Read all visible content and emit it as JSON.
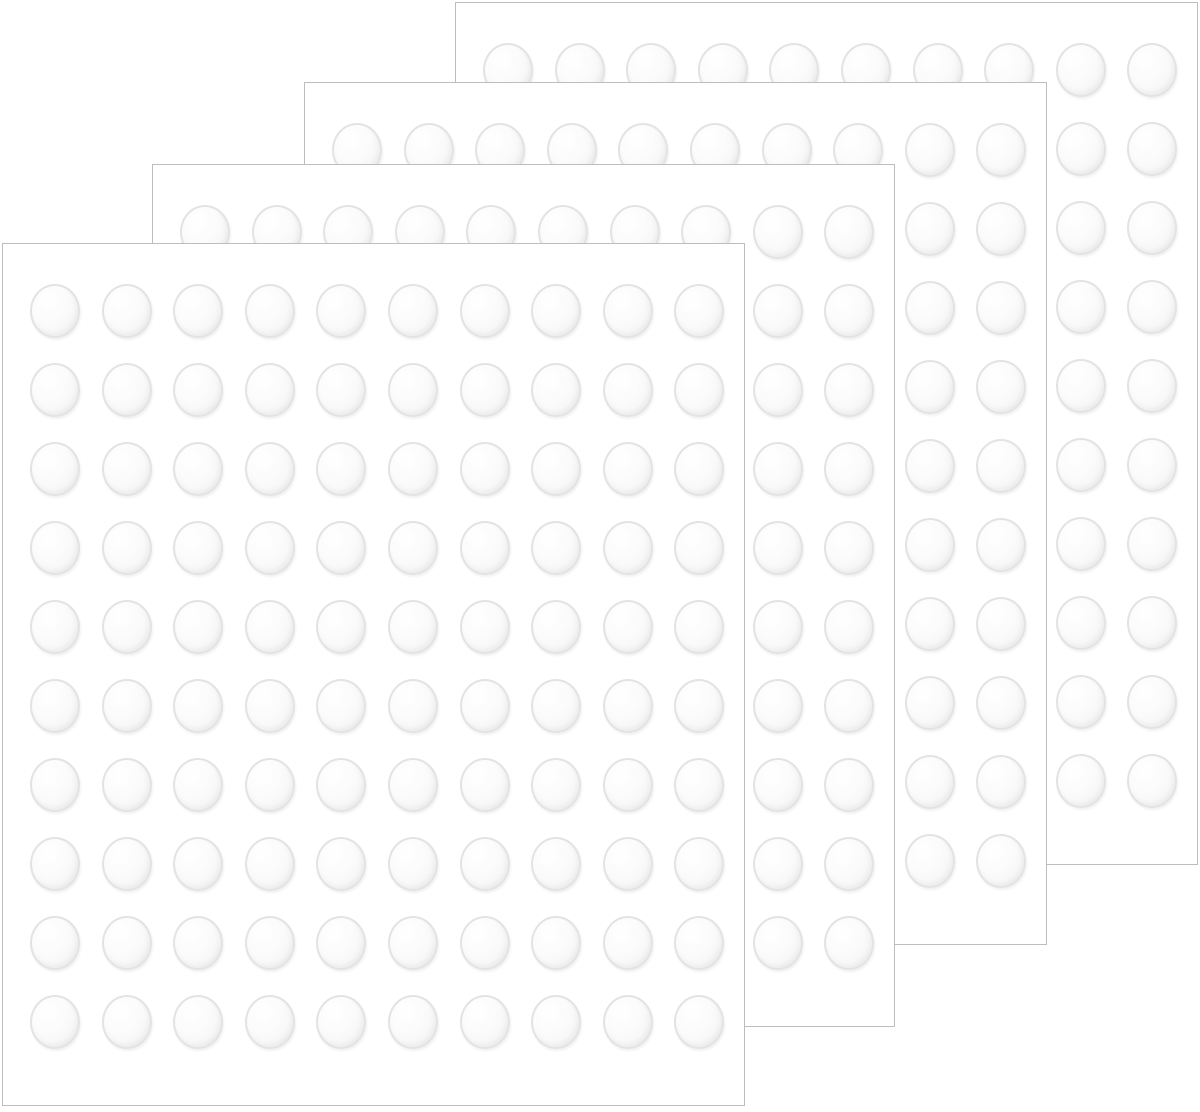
{
  "product": {
    "description_visible_text": "",
    "sheets": [
      {
        "id": "sheet-4",
        "rows": 10,
        "cols": 10
      },
      {
        "id": "sheet-3",
        "rows": 10,
        "cols": 10
      },
      {
        "id": "sheet-2",
        "rows": 10,
        "cols": 10
      },
      {
        "id": "sheet-1",
        "rows": 10,
        "cols": 10
      }
    ],
    "dot_color": "#f4f4f4",
    "sheet_border_color": "#bdbdbd",
    "background_color": "#ffffff"
  }
}
